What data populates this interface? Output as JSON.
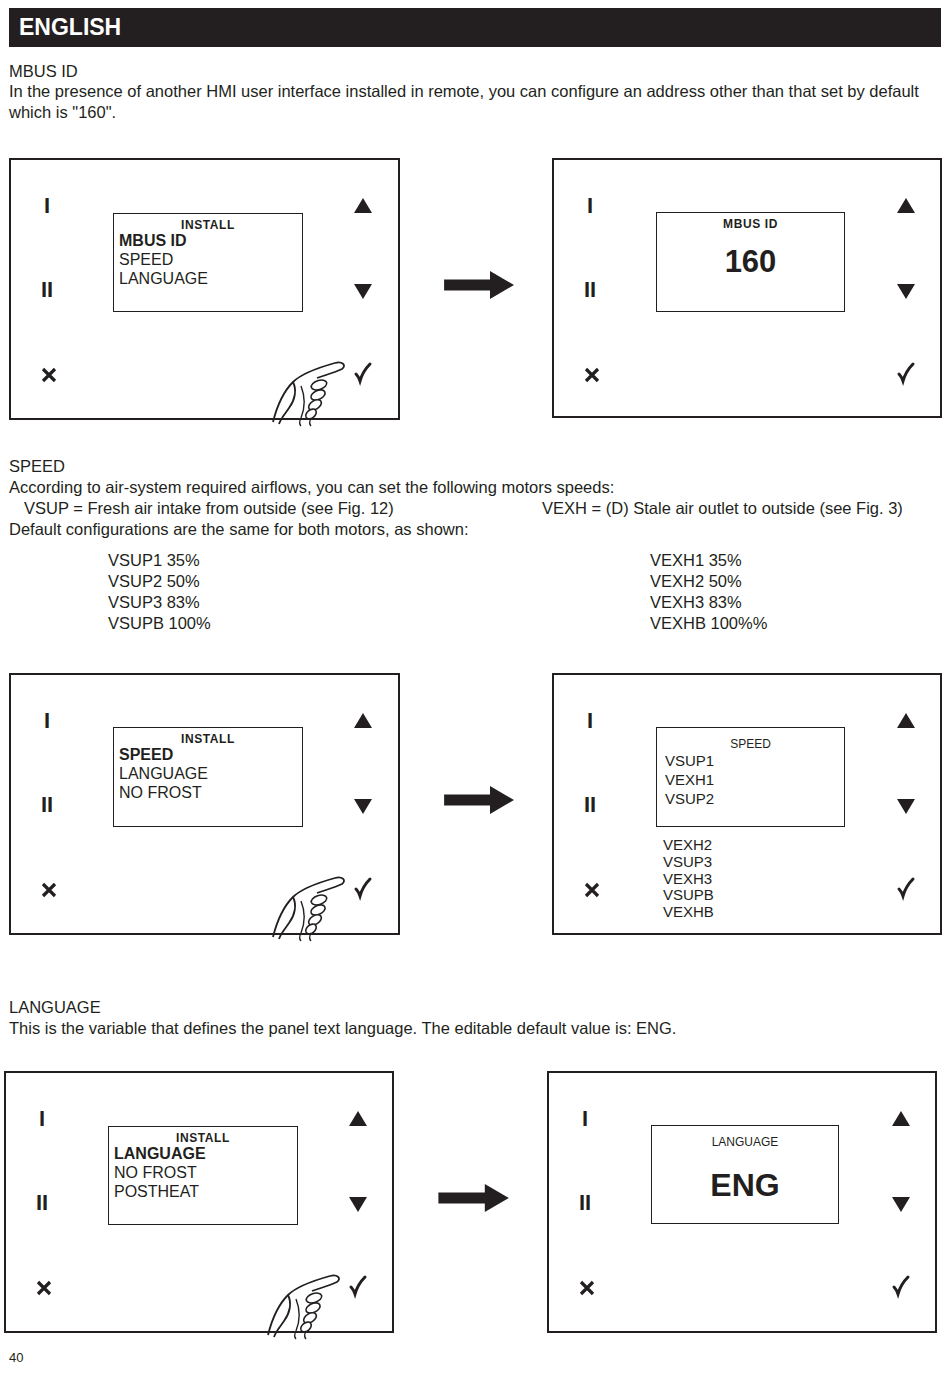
{
  "diagram": {
    "title": "ENGLISH",
    "nodes": [
      {
        "text": [
          "I",
          "II"
        ]
      },
      {
        "text": [
          "INSTALL",
          "MBUS ID",
          "SPEED",
          "LANGUAGE"
        ],
        "in": 0
      },
      {
        "text": [
          "I",
          "II"
        ]
      },
      {
        "text": [
          "MBUS ID",
          "160"
        ],
        "in": 2
      },
      {
        "text": [
          "I",
          "II"
        ]
      },
      {
        "text": [
          "INSTALL",
          "SPEED",
          "LANGUAGE",
          "NO FROST"
        ],
        "in": 4
      },
      {
        "text": [
          "I",
          "II",
          "VEXH2",
          "VSUP3",
          "VEXH3",
          "VSUPB",
          "VEXHB"
        ]
      },
      {
        "text": [
          "SPEED",
          "VSUP1",
          "VEXH1",
          "VSUP2"
        ],
        "in": 6
      },
      {
        "text": [
          "I",
          "II"
        ]
      },
      {
        "text": [
          "INSTALL",
          "LANGUAGE",
          "NO FROST",
          "POSTHEAT"
        ],
        "in": 8
      },
      {
        "text": [
          "I",
          "II"
        ]
      },
      {
        "text": [
          "LANGUAGE",
          "ENG"
        ],
        "in": 10
      }
    ],
    "edges": [
      {
        "from": 0,
        "to": 2,
        "arrow": "to"
      },
      {
        "from": 4,
        "to": 6,
        "arrow": "to"
      },
      {
        "from": 8,
        "to": 10,
        "arrow": "to"
      }
    ],
    "labels": [
      "MBUS ID",
      "In the presence of another HMI user interface installed in remote, you can configure an address other than that set by default which is \"160\".",
      "SPEED",
      "According to air-system required airflows, you can set the following motors speeds:",
      "VSUP = Fresh air intake from outside (see Fig. 12)",
      "VEXH = (D) Stale air outlet to outside (see Fig. 3)",
      "Default configurations are the same for both motors, as shown:",
      "VSUP1 35%",
      "VSUP2 50%",
      "VSUP3 83%",
      "VSUPB 100%",
      "VEXH1 35%",
      "VEXH2 50%",
      "VEXH3 83%",
      "VEXHB 100%%",
      "LANGUAGE",
      "This is the variable that defines the panel text language. The editable default value is: ENG.",
      "40"
    ]
  }
}
